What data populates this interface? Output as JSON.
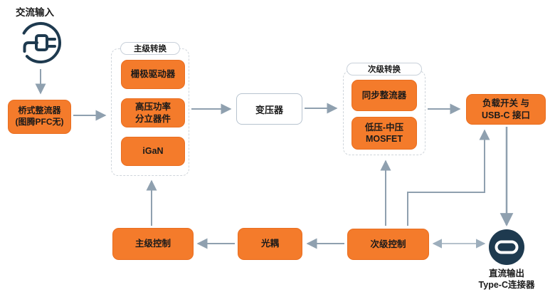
{
  "colors": {
    "accent_orange": "#F47B2B",
    "navy": "#1E3A4F",
    "arrow_gray": "#8FA0AF"
  },
  "nodes": {
    "ac_input_label": "交流输入",
    "bridge": {
      "line1": "桥式整流器",
      "line2": "(图腾PFC无)"
    },
    "primary_stage": {
      "label": "主级转换",
      "gate_driver": "栅极驱动器",
      "hv_power_line1": "高压功率",
      "hv_power_line2": "分立器件",
      "igan": "iGaN"
    },
    "transformer": "变压器",
    "secondary_stage": {
      "label": "次级转换",
      "sync_rectifier": "同步整流器",
      "mosfet_line1": "低压-中压",
      "mosfet_line2": "MOSFET"
    },
    "load_switch": {
      "line1": "负载开关 与",
      "line2": "USB-C 接口"
    },
    "primary_control": "主级控制",
    "optocoupler": "光耦",
    "secondary_control": "次级控制",
    "dc_output": {
      "line1": "直流输出",
      "line2": "Type-C连接器"
    }
  },
  "icons": {
    "ac_input": "plug-icon",
    "dc_output": "usb-c-connector-icon"
  }
}
